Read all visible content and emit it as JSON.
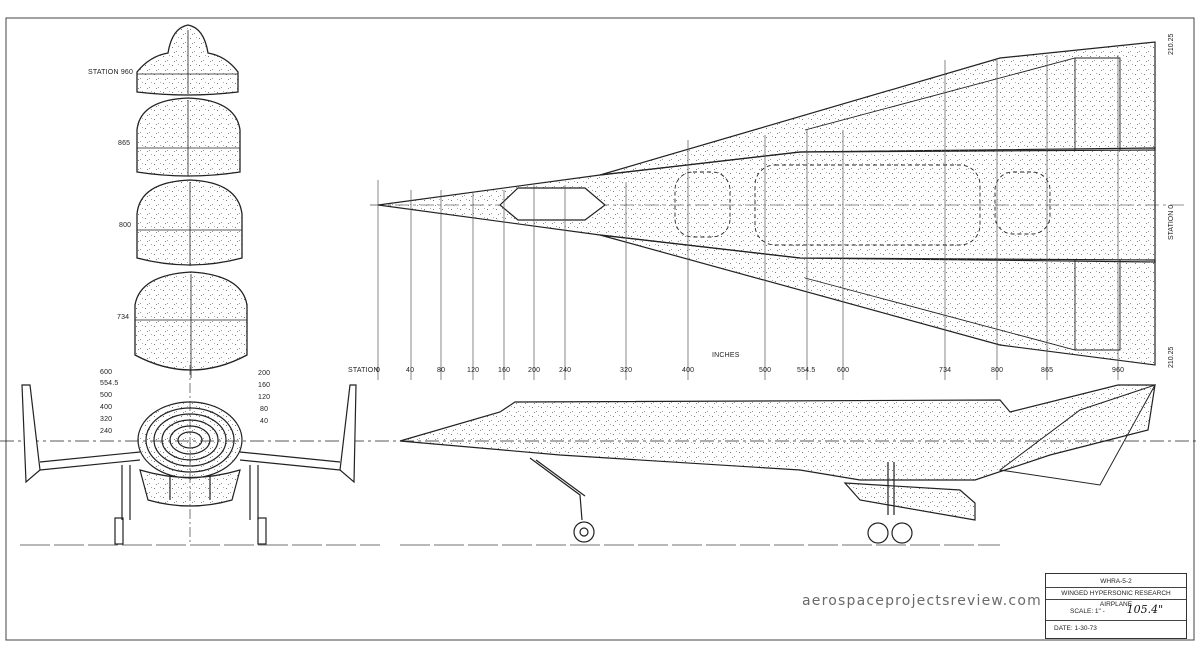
{
  "cross_sections": [
    {
      "label": "STATION 960"
    },
    {
      "label": "865"
    },
    {
      "label": "800"
    },
    {
      "label": "734"
    }
  ],
  "front_view": {
    "left_labels": [
      "600",
      "554.5",
      "500",
      "400",
      "320",
      "240"
    ],
    "right_labels": [
      "200",
      "160",
      "120",
      "80",
      "40"
    ]
  },
  "plan_view": {
    "side_label_top": "210.25",
    "side_label_mid": "STATION 0",
    "side_label_bottom": "210.25"
  },
  "station_scale": {
    "prefix": "STATION",
    "ticks": [
      "0",
      "40",
      "80",
      "120",
      "160",
      "200",
      "240",
      "320",
      "400",
      "500",
      "554.5",
      "600",
      "734",
      "800",
      "865",
      "960"
    ],
    "unit_label": "INCHES"
  },
  "title_block": {
    "drawing_no": "WHRA-5-2",
    "title": "WINGED HYPERSONIC RESEARCH AIRPLANE",
    "scale_label": "SCALE: 1\" -",
    "scale_value": "105.4\"",
    "date_label": "DATE: 1-30-73"
  },
  "watermark": "aerospaceprojectsreview.com",
  "colors": {
    "ink": "#2a2a2a",
    "paper": "#ffffff",
    "watermark": "#6a6a6a"
  }
}
